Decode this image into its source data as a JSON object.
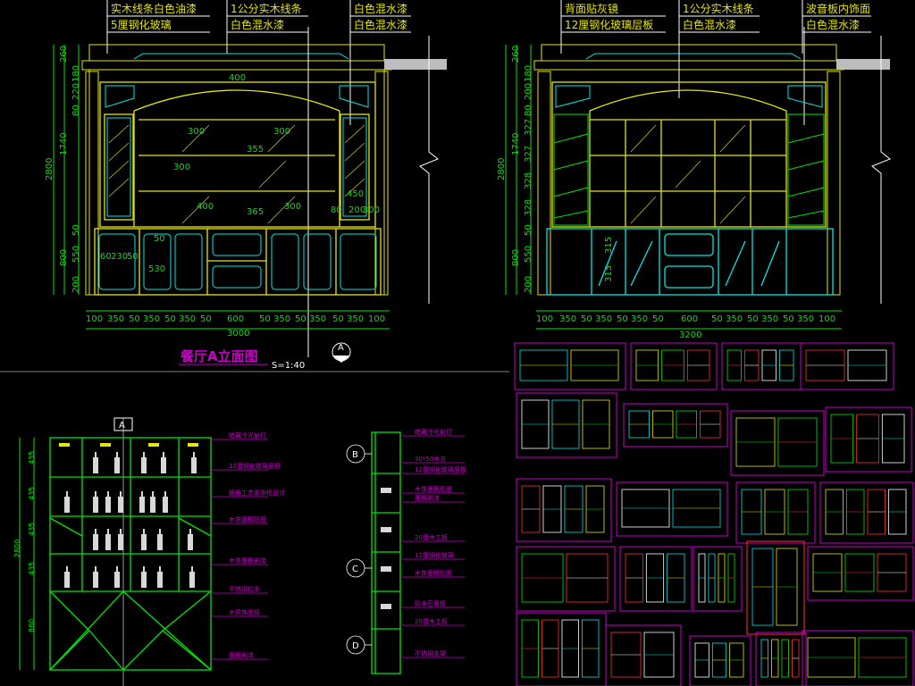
{
  "elevation_a": {
    "top_labels": [
      {
        "text": "实木线条白色油漆",
        "col": "a"
      },
      {
        "text": "5厘钢化玻璃",
        "col": "a"
      },
      {
        "text": "1公分实木线条",
        "col": "b"
      },
      {
        "text": "白色混水漆",
        "col": "b"
      },
      {
        "text": "白色混水漆",
        "col": "c"
      },
      {
        "text": "白色混水漆",
        "col": "c"
      }
    ],
    "left_dims": [
      "260",
      "180",
      "220",
      "80",
      "1740",
      "2800",
      "50",
      "550",
      "800",
      "200"
    ],
    "inner_dims": [
      "400",
      "300",
      "300",
      "300",
      "400",
      "300",
      "355",
      "365",
      "450",
      "80",
      "200",
      "300",
      "60",
      "230",
      "50",
      "530",
      "50"
    ],
    "bottom_dims": [
      "100",
      "350",
      "50",
      "350",
      "50",
      "350",
      "50",
      "600",
      "50",
      "350",
      "50",
      "350",
      "50",
      "350",
      "100"
    ],
    "total_width": "3000",
    "title": "餐厅A立面图",
    "scale": "S=1:40",
    "section_marker": "A"
  },
  "elevation_b": {
    "top_labels": [
      "背面贴灰镜",
      "12厘钢化玻璃层板",
      "1公分实木线条",
      "白色混水漆",
      "波音板内饰面",
      "白色混水漆"
    ],
    "left_dims": [
      "260",
      "180",
      "200",
      "80",
      "327",
      "1740",
      "327",
      "328",
      "328",
      "2800",
      "50",
      "550",
      "800",
      "200"
    ],
    "inner_dims": [
      "315",
      "315"
    ],
    "bottom_dims": [
      "100",
      "350",
      "50",
      "350",
      "50",
      "350",
      "50",
      "600",
      "50",
      "350",
      "50",
      "350",
      "50",
      "350",
      "100"
    ],
    "total_width": "3200"
  },
  "wine_cabinet": {
    "marker": "A",
    "left_dims": [
      "435",
      "435",
      "435",
      "435",
      "2800",
      "860"
    ],
    "callouts": [
      "暗藏冷光射灯",
      "12厘钢化玻璃层板",
      "银色工艺装饰柜设计",
      "木饰面板贴面",
      "木饰面板刷漆",
      "不锈钢拉手",
      "木质饰面板",
      "面板刷漆"
    ]
  },
  "section": {
    "markers": [
      "B",
      "C",
      "D"
    ],
    "callouts": [
      "暗藏冷光射灯",
      "30*50木方",
      "12厘钢化玻璃层板",
      "木饰面板贴面",
      "面板刷漆",
      "20厘木工板",
      "12厘钢化玻璃",
      "木饰面板贴面",
      "防水石膏板",
      "20厘木工板",
      "不锈钢支架"
    ]
  },
  "colors": {
    "frame": "#e6e600",
    "dims": "#00e600",
    "cyan": "#00e6e6",
    "magenta": "#c800c8",
    "white": "#ffffff",
    "red": "#ff3030"
  }
}
